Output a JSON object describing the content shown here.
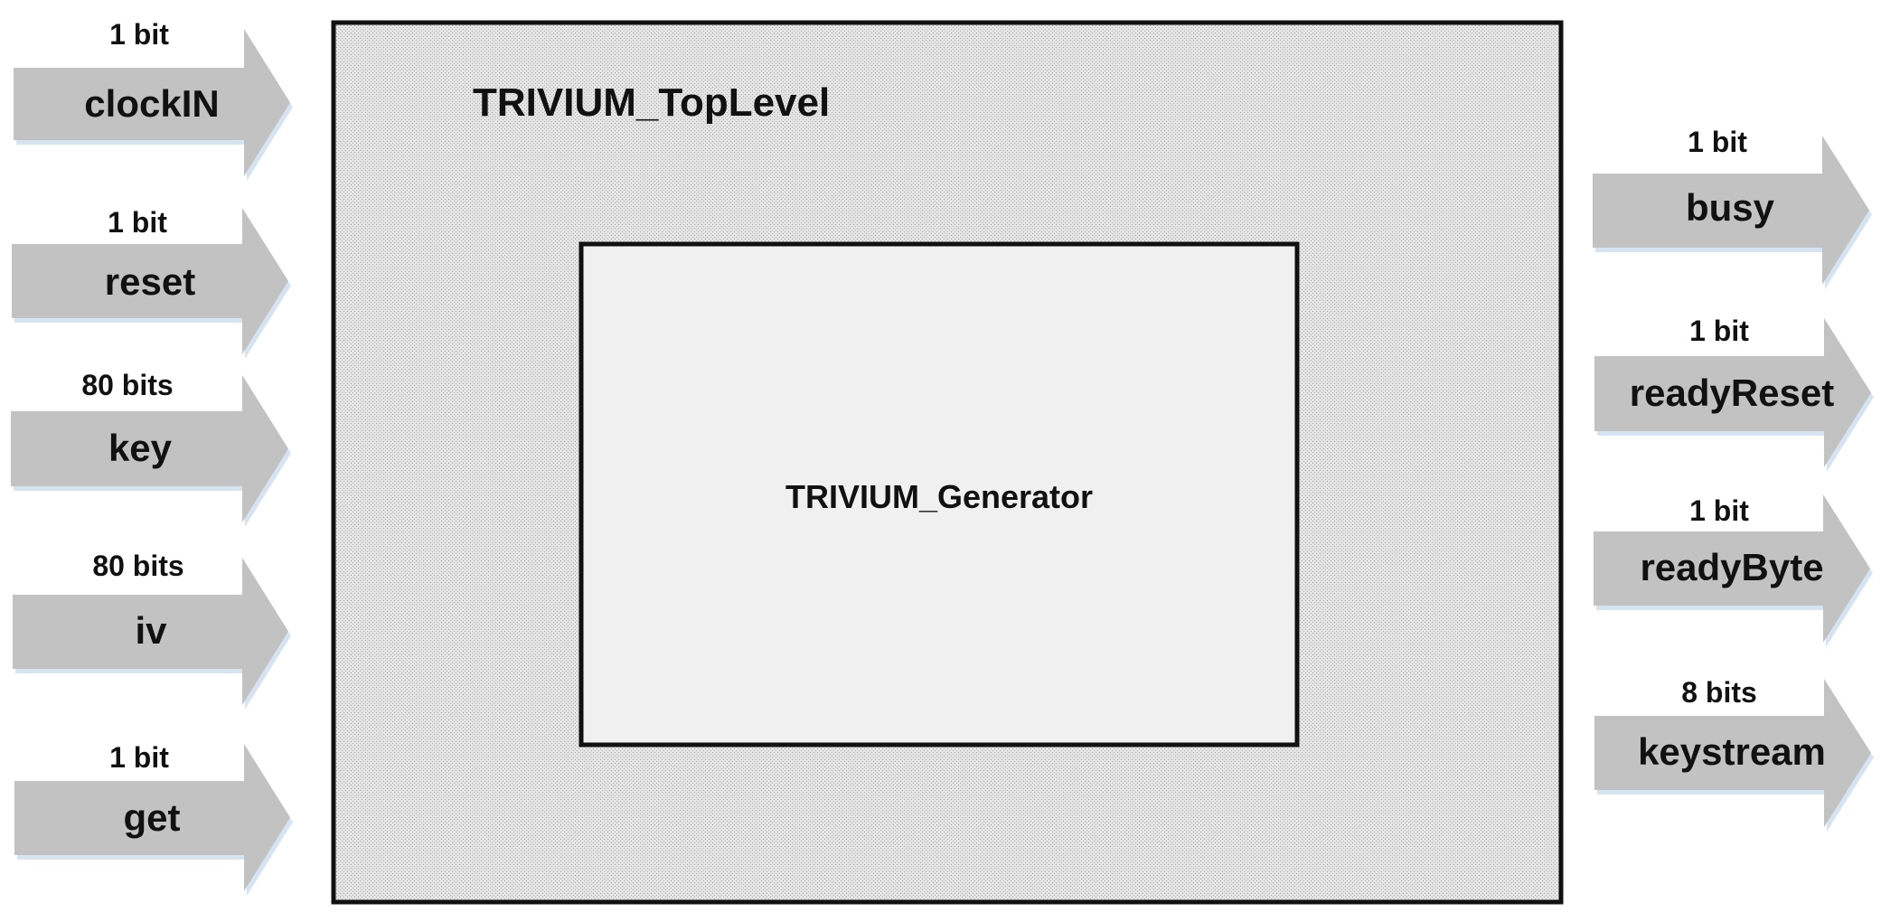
{
  "top_block": {
    "title": "TRIVIUM_TopLevel"
  },
  "inner_block": {
    "title": "TRIVIUM_Generator"
  },
  "inputs": [
    {
      "name": "clockIN",
      "width": "1 bit"
    },
    {
      "name": "reset",
      "width": "1 bit"
    },
    {
      "name": "key",
      "width": "80 bits"
    },
    {
      "name": "iv",
      "width": "80 bits"
    },
    {
      "name": "get",
      "width": "1 bit"
    }
  ],
  "outputs": [
    {
      "name": "busy",
      "width": "1 bit"
    },
    {
      "name": "readyReset",
      "width": "1 bit"
    },
    {
      "name": "readyByte",
      "width": "1 bit"
    },
    {
      "name": "keystream",
      "width": "8 bits"
    }
  ],
  "colors": {
    "arrow_fill": "#c2c2c2",
    "arrow_shadow": "#d6e4f2",
    "outer_fill": "#dcdcdc",
    "inner_fill": "#f0f0f0",
    "border": "#111111"
  }
}
